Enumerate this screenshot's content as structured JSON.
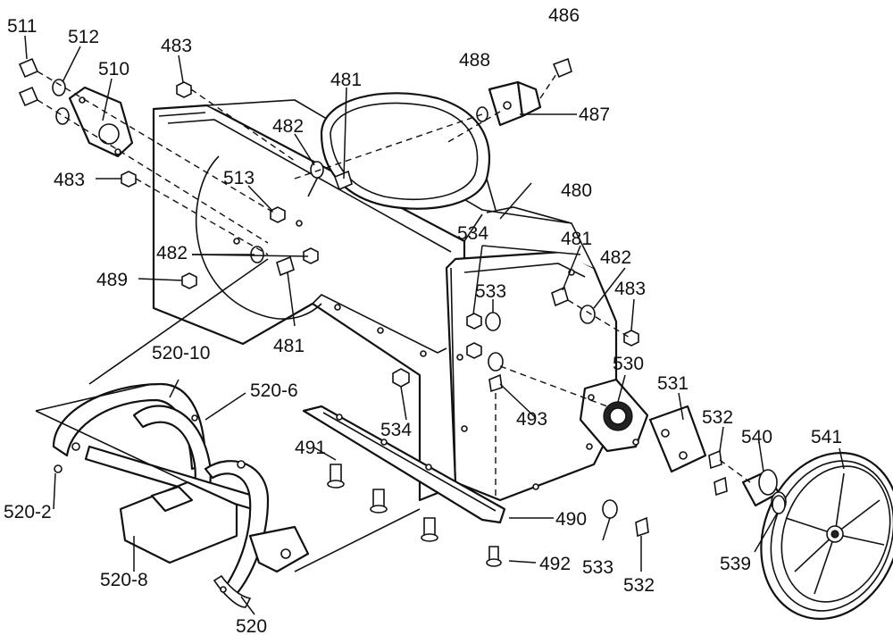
{
  "diagram": {
    "callouts": {
      "c486": "486",
      "c488": "488",
      "c487": "487",
      "c511": "511",
      "c512": "512",
      "c510": "510",
      "c483a": "483",
      "c481a": "481",
      "c482a": "482",
      "c483b": "483",
      "c513": "513",
      "c480": "480",
      "c482b": "482",
      "c489": "489",
      "c481b": "481",
      "c534a": "534",
      "c481c": "481",
      "c482c": "482",
      "c533a": "533",
      "c483c": "483",
      "c520_10": "520-10",
      "c530": "530",
      "c520_6": "520-6",
      "c531": "531",
      "c493": "493",
      "c534b": "534",
      "c532a": "532",
      "c541": "541",
      "c540": "540",
      "c491": "491",
      "c520_2": "520-2",
      "c490": "490",
      "c539": "539",
      "c492": "492",
      "c533b": "533",
      "c520_8": "520-8",
      "c532b": "532",
      "c520": "520"
    }
  }
}
